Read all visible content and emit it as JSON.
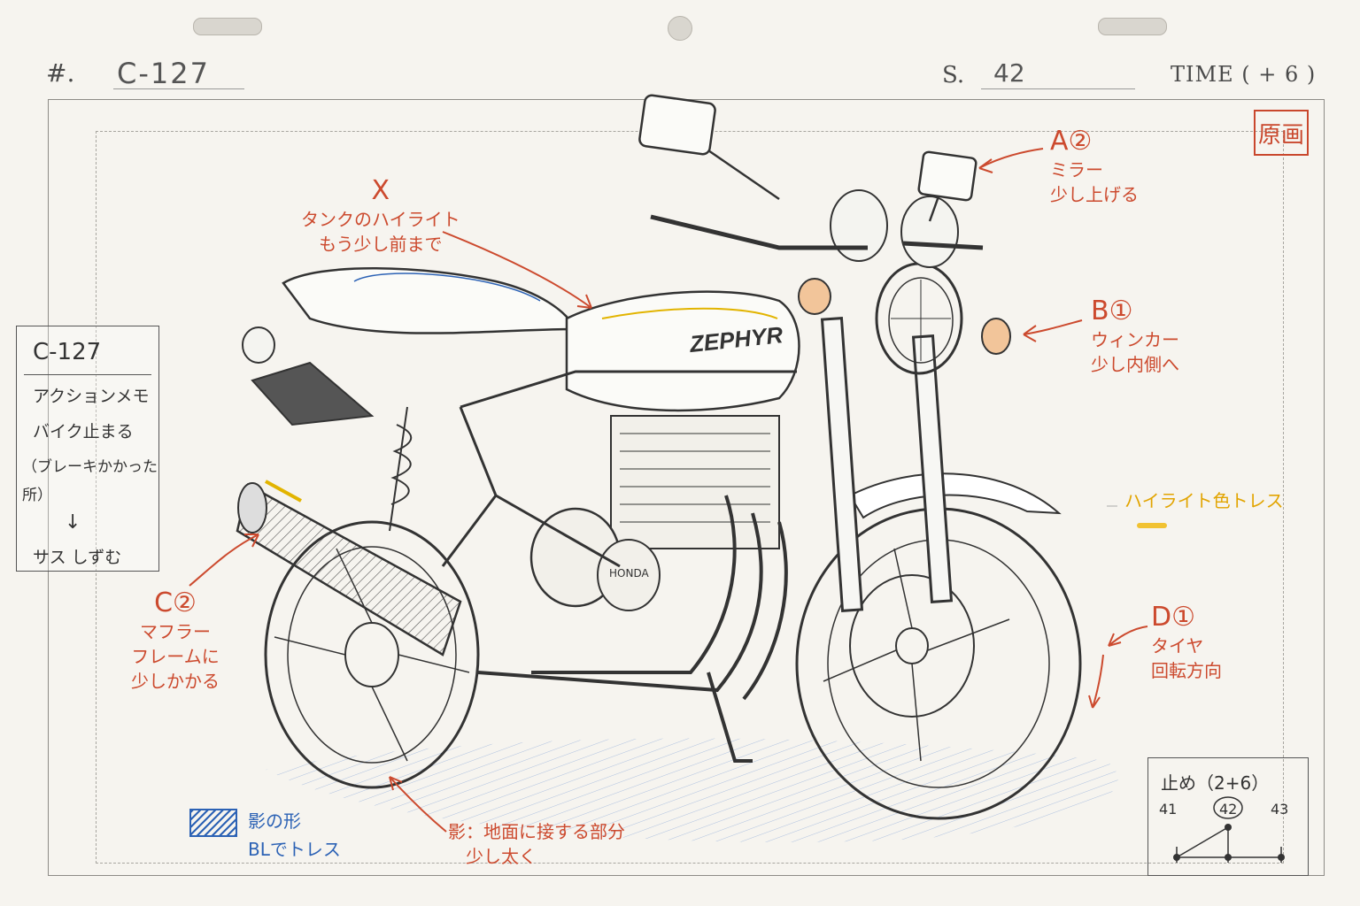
{
  "header": {
    "number_mark": "#.",
    "cut_number": "C-127",
    "scene_prefix": "S.",
    "scene_number": "42",
    "time": "TIME ( + 6 )"
  },
  "stamp": "原画",
  "notes": {
    "a": {
      "title": "A②",
      "lines": [
        "ミラー",
        "少し上げる"
      ]
    },
    "b": {
      "title": "B①",
      "lines": [
        "ウィンカー",
        "少し内側へ"
      ]
    },
    "c": {
      "title": "C②",
      "lines": [
        "マフラー",
        "フレームに",
        "少しかかる"
      ]
    },
    "d": {
      "title": "D①",
      "lines": [
        "タイヤ",
        "回転方向"
      ]
    },
    "x": {
      "title": "X",
      "lines": [
        "タンクのハイライト",
        "もう少し前まで"
      ]
    },
    "shadow": {
      "lines": [
        "影：地面に接する部分",
        "少し太く"
      ]
    }
  },
  "memo": {
    "title": "C-127",
    "lines": [
      "アクションメモ",
      "バイク止まる",
      "（ブレーキかかった所）",
      "↓",
      "サス しずむ"
    ]
  },
  "highlight_key": {
    "label": "ハイライト色トレス",
    "color": "#f1c232"
  },
  "shadow_key": {
    "lines": [
      "影の形",
      "BLでトレス"
    ],
    "color": "#2c62b5"
  },
  "timing": {
    "title": "止め（2+6）",
    "frames": [
      "41",
      "42",
      "43"
    ],
    "held_frame": "42"
  },
  "tank_logo": "ZEPHYR",
  "engine_logo": "HONDA",
  "colors": {
    "note_red": "#cc4a2e",
    "trace_blue": "#2c62b5",
    "highlight_yellow": "#f1c232",
    "pencil": "#3a3a3a"
  }
}
